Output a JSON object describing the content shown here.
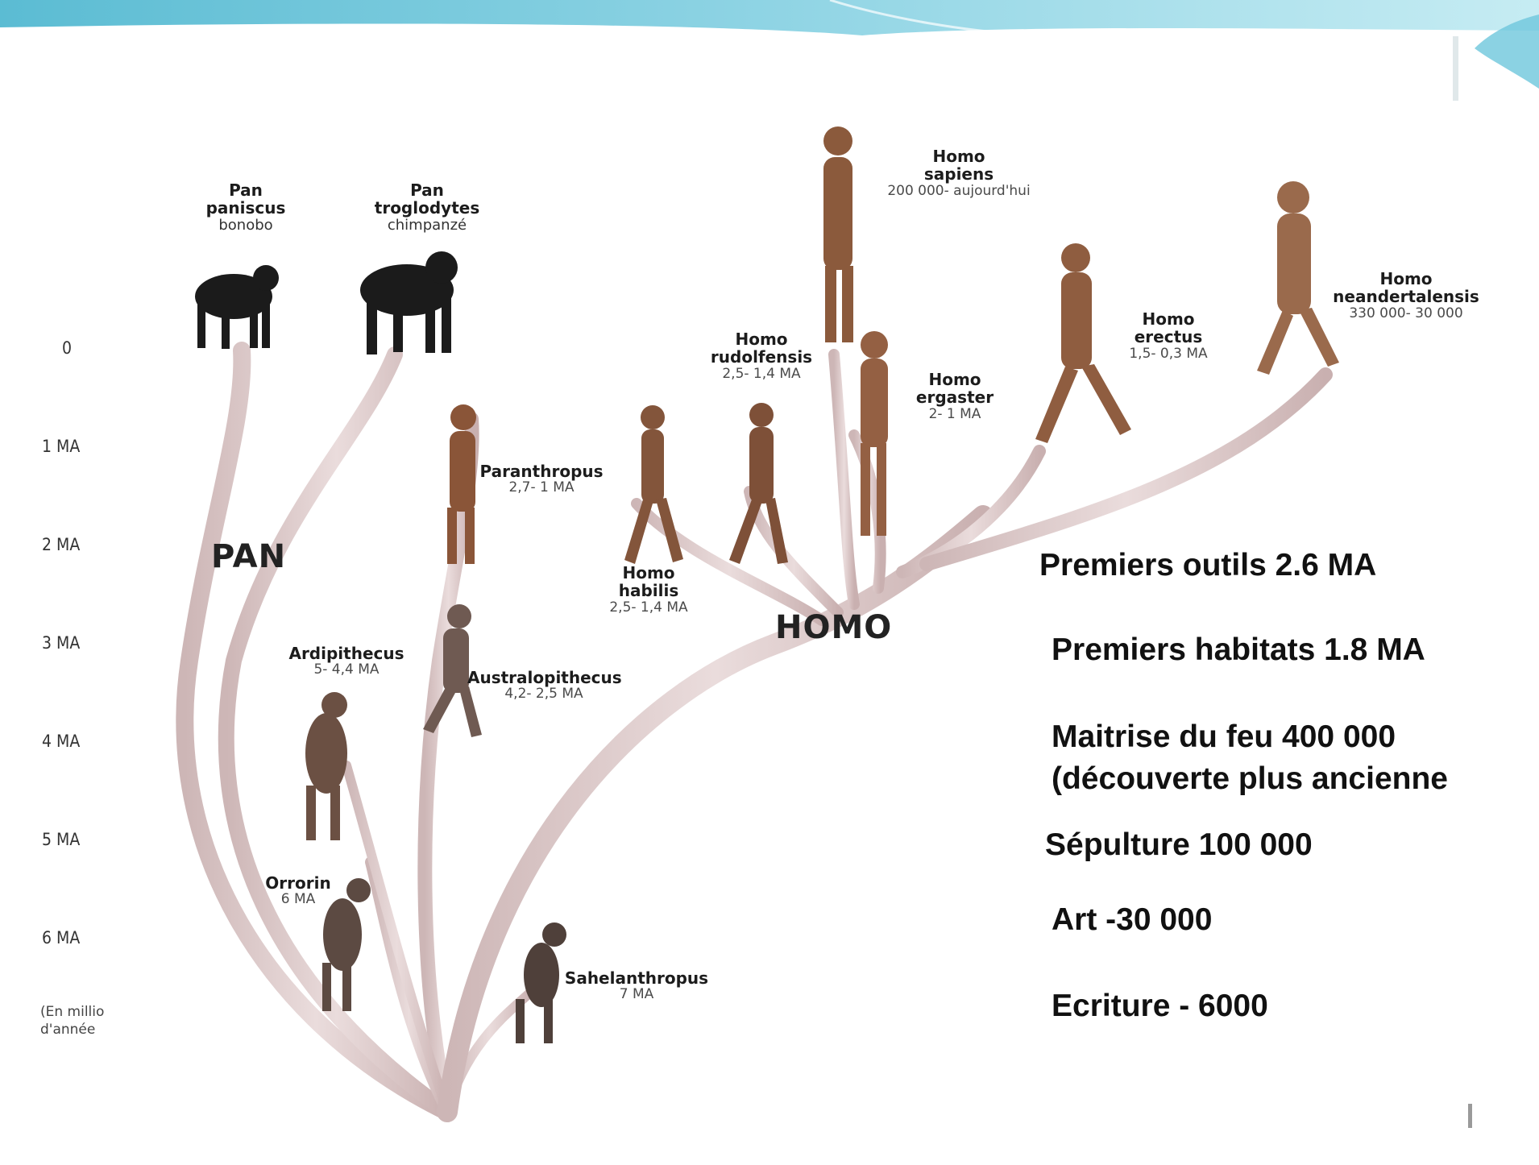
{
  "axis": {
    "ticks": [
      "0",
      "1 MA",
      "2 MA",
      "3 MA",
      "4 MA",
      "5 MA",
      "6 MA"
    ],
    "note_line1": "(En millio",
    "note_line2": "d'année"
  },
  "genera": {
    "pan": "PAN",
    "homo": "HOMO"
  },
  "species": [
    {
      "name_line1": "Pan",
      "name_line2": "paniscus",
      "common": "bonobo",
      "dates": ""
    },
    {
      "name_line1": "Pan",
      "name_line2": "troglodytes",
      "common": "chimpanzé",
      "dates": ""
    },
    {
      "name_line1": "Homo",
      "name_line2": "sapiens",
      "common": "",
      "dates": "200 000- aujourd'hui"
    },
    {
      "name_line1": "Homo",
      "name_line2": "neandertalensis",
      "common": "",
      "dates": "330 000- 30 000"
    },
    {
      "name_line1": "Homo",
      "name_line2": "erectus",
      "common": "",
      "dates": "1,5- 0,3 MA"
    },
    {
      "name_line1": "Homo",
      "name_line2": "rudolfensis",
      "common": "",
      "dates": "2,5- 1,4 MA"
    },
    {
      "name_line1": "Homo",
      "name_line2": "ergaster",
      "common": "",
      "dates": "2- 1 MA"
    },
    {
      "name_line1": "Paranthropus",
      "name_line2": "",
      "common": "",
      "dates": "2,7- 1 MA"
    },
    {
      "name_line1": "Homo",
      "name_line2": "habilis",
      "common": "",
      "dates": "2,5- 1,4 MA"
    },
    {
      "name_line1": "Ardipithecus",
      "name_line2": "",
      "common": "",
      "dates": "5- 4,4 MA"
    },
    {
      "name_line1": "Australopithecus",
      "name_line2": "",
      "common": "",
      "dates": "4,2- 2,5 MA"
    },
    {
      "name_line1": "Orrorin",
      "name_line2": "",
      "common": "",
      "dates": "6 MA"
    },
    {
      "name_line1": "Sahelanthropus",
      "name_line2": "",
      "common": "",
      "dates": "7 MA"
    }
  ],
  "events": [
    "Premiers outils 2.6 MA",
    "Premiers habitats  1.8 MA",
    "Maitrise du feu 400 000",
    "(découverte plus ancienne",
    "Sépulture 100 000",
    "Art -30 000",
    "Ecriture - 6000"
  ],
  "colors": {
    "branch": "#d8c4c4",
    "branch_edge": "#bba2a2",
    "header_band": "#9ed8e6",
    "hominin_skin": "#8b5a3c",
    "ape": "#1b1b1b"
  }
}
